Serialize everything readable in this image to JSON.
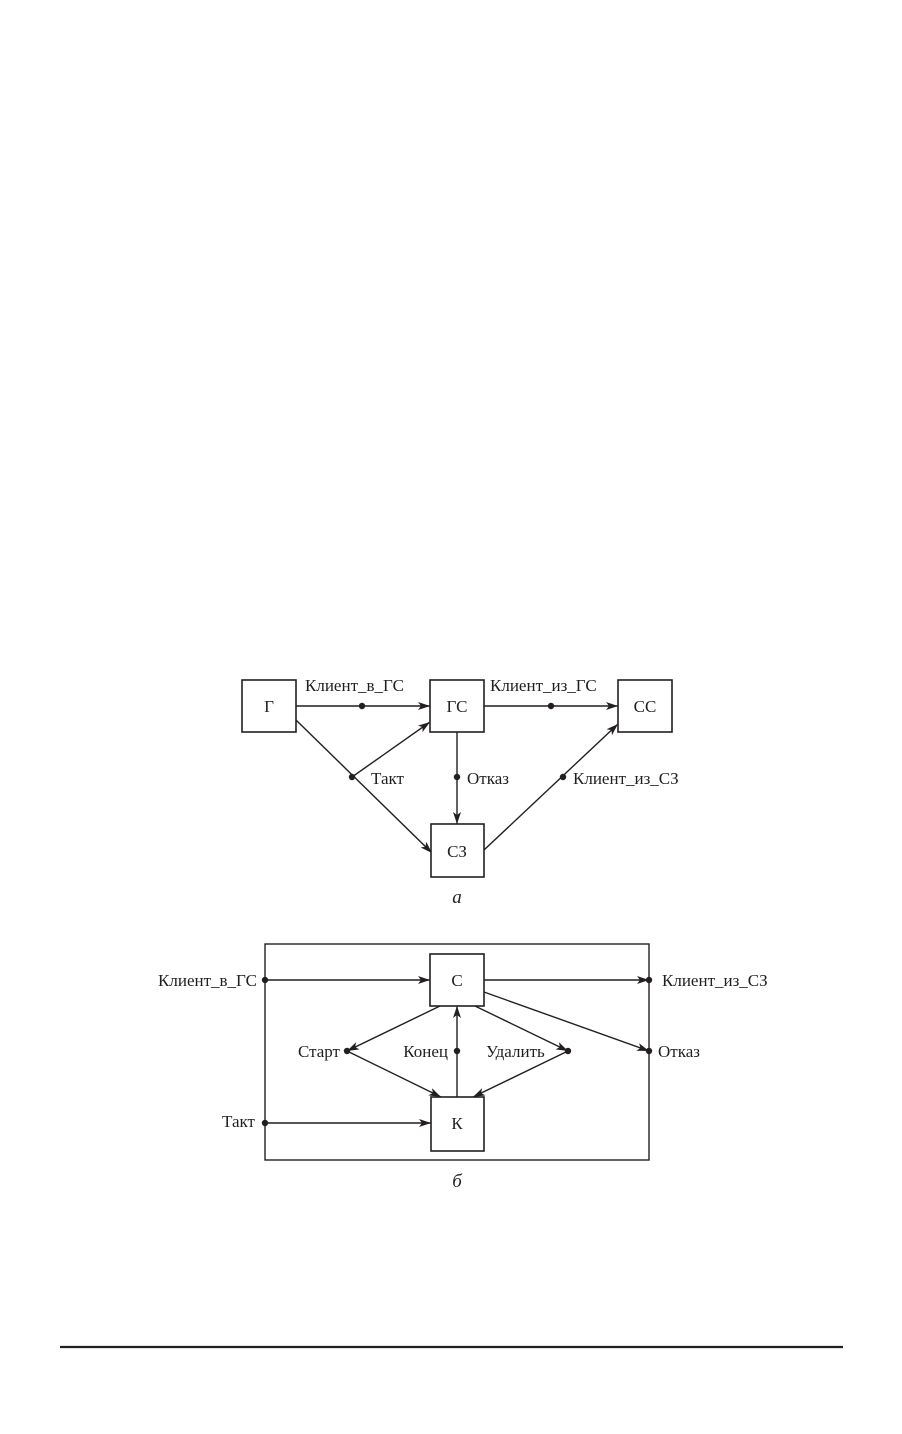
{
  "diagram_a": {
    "caption": "а",
    "nodes": {
      "g": "Г",
      "gs": "ГС",
      "ss": "СС",
      "sz": "СЗ"
    },
    "links": {
      "client_to_gs": "Клиент_в_ГС",
      "client_from_gs": "Клиент_из_ГС",
      "takt": "Такт",
      "otkaz": "Отказ",
      "client_from_sz": "Клиент_из_СЗ"
    }
  },
  "diagram_b": {
    "caption": "б",
    "nodes": {
      "s": "С",
      "k": "К"
    },
    "ports": {
      "client_to_gs": "Клиент_в_ГС",
      "client_from_sz": "Клиент_из_СЗ",
      "otkaz": "Отказ",
      "takt": "Такт"
    },
    "internal": {
      "start": "Старт",
      "konec": "Конец",
      "udalit": "Удалить"
    }
  }
}
